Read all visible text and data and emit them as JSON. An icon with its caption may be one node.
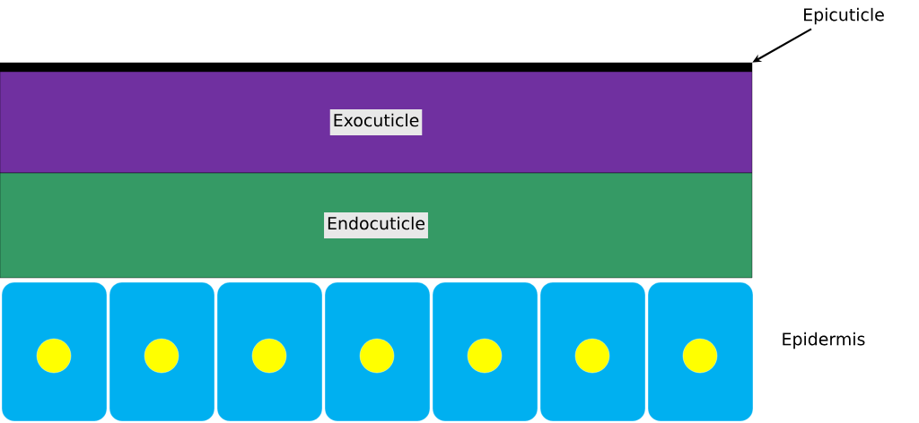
{
  "diagram": {
    "nodes": [
      {
        "text": [
          "Epicuticle"
        ]
      },
      {
        "text": [],
        "shape": "bar"
      },
      {
        "text": [
          "Exocuticle"
        ]
      },
      {
        "text": [
          "Endocuticle"
        ]
      }
    ],
    "edges": [
      {
        "from": 0,
        "to": 1,
        "arrow": "to"
      }
    ],
    "labels": [
      "Epidermis"
    ]
  }
}
